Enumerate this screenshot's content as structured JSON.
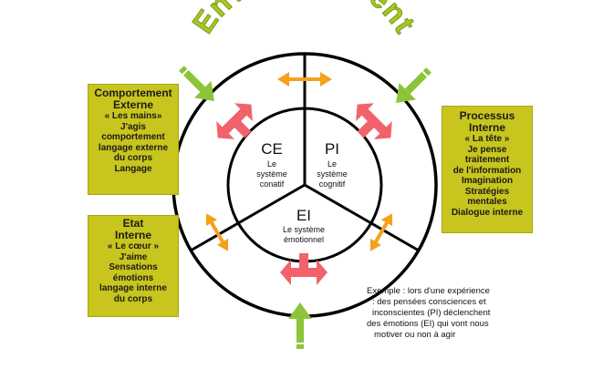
{
  "title": "Environnement",
  "centers": {
    "ce": {
      "abbr": "CE",
      "lines": [
        "Le",
        "système",
        "conatif"
      ]
    },
    "pi": {
      "abbr": "PI",
      "lines": [
        "Le",
        "système",
        "cognitif"
      ]
    },
    "ei": {
      "abbr": "EI",
      "lines": [
        "Le système",
        "émotionnel"
      ]
    }
  },
  "boxes": {
    "comportement_externe": {
      "title": [
        "Comportement",
        "Externe"
      ],
      "lines": [
        "« Les mains»",
        "J'agis",
        "comportement",
        "langage externe",
        "du corps",
        "Langage"
      ]
    },
    "processus_interne": {
      "title": [
        "Processus",
        "Interne"
      ],
      "lines": [
        "« La tête »",
        "Je pense",
        "traitement",
        "de l'information",
        "Imagination",
        "Stratégies",
        "mentales",
        "Dialogue interne"
      ]
    },
    "etat_interne": {
      "title": [
        "Etat",
        "Interne"
      ],
      "lines": [
        "« Le cœur »",
        "J'aime",
        "Sensations",
        "émotions",
        "langage interne",
        "du corps"
      ]
    }
  },
  "example": {
    "lines": [
      "Exemple : lors d'une expérience",
      ": des pensées consciences et",
      "inconscientes (PI) déclenchent",
      "des émotions (EI) qui vont nous",
      "motiver ou non à agir"
    ]
  },
  "colors": {
    "title_green": "#a6c81e",
    "box_olive": "#c8c51e",
    "red_arrow": "#f2626a",
    "orange_arrow": "#f5a11c",
    "green_arrow": "#8cc43a",
    "ring_stroke": "#000000"
  }
}
